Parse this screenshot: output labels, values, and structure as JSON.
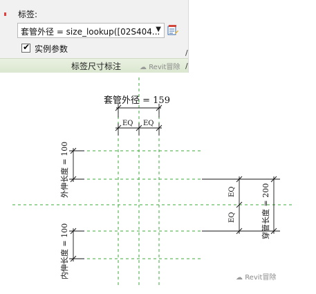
{
  "panel": {
    "tag_label": "标签:",
    "dropdown_value": "套管外径 = size_lookup([02S404...",
    "dropdown_arrow": "▼",
    "instance_param_label": "实例参数",
    "instance_param_checked": true,
    "footer_label": "标签尺寸标注",
    "right_edge_fragment": "/",
    "right_edge_fragment2": "/"
  },
  "watermark": {
    "top": "Revit冒除",
    "bottom": "Revit冒除"
  },
  "drawing": {
    "sleeve_outer_diameter": "套管外径 = 159",
    "eq_label": "EQ",
    "outer_extension_length": "外伸长度 = 100",
    "inner_extension_length": "内伸长度 = 100",
    "wall_sleeve_length": "穿管长度 = 200"
  },
  "colors": {
    "reference_line": "#3aaa3a",
    "dimension_line": "#111111",
    "panel_bg": "#f1f1f1",
    "footer_bg": "#dbe7d0"
  },
  "icons": [
    "edit-family-icon",
    "check-icon",
    "watermark-logo-icon"
  ]
}
